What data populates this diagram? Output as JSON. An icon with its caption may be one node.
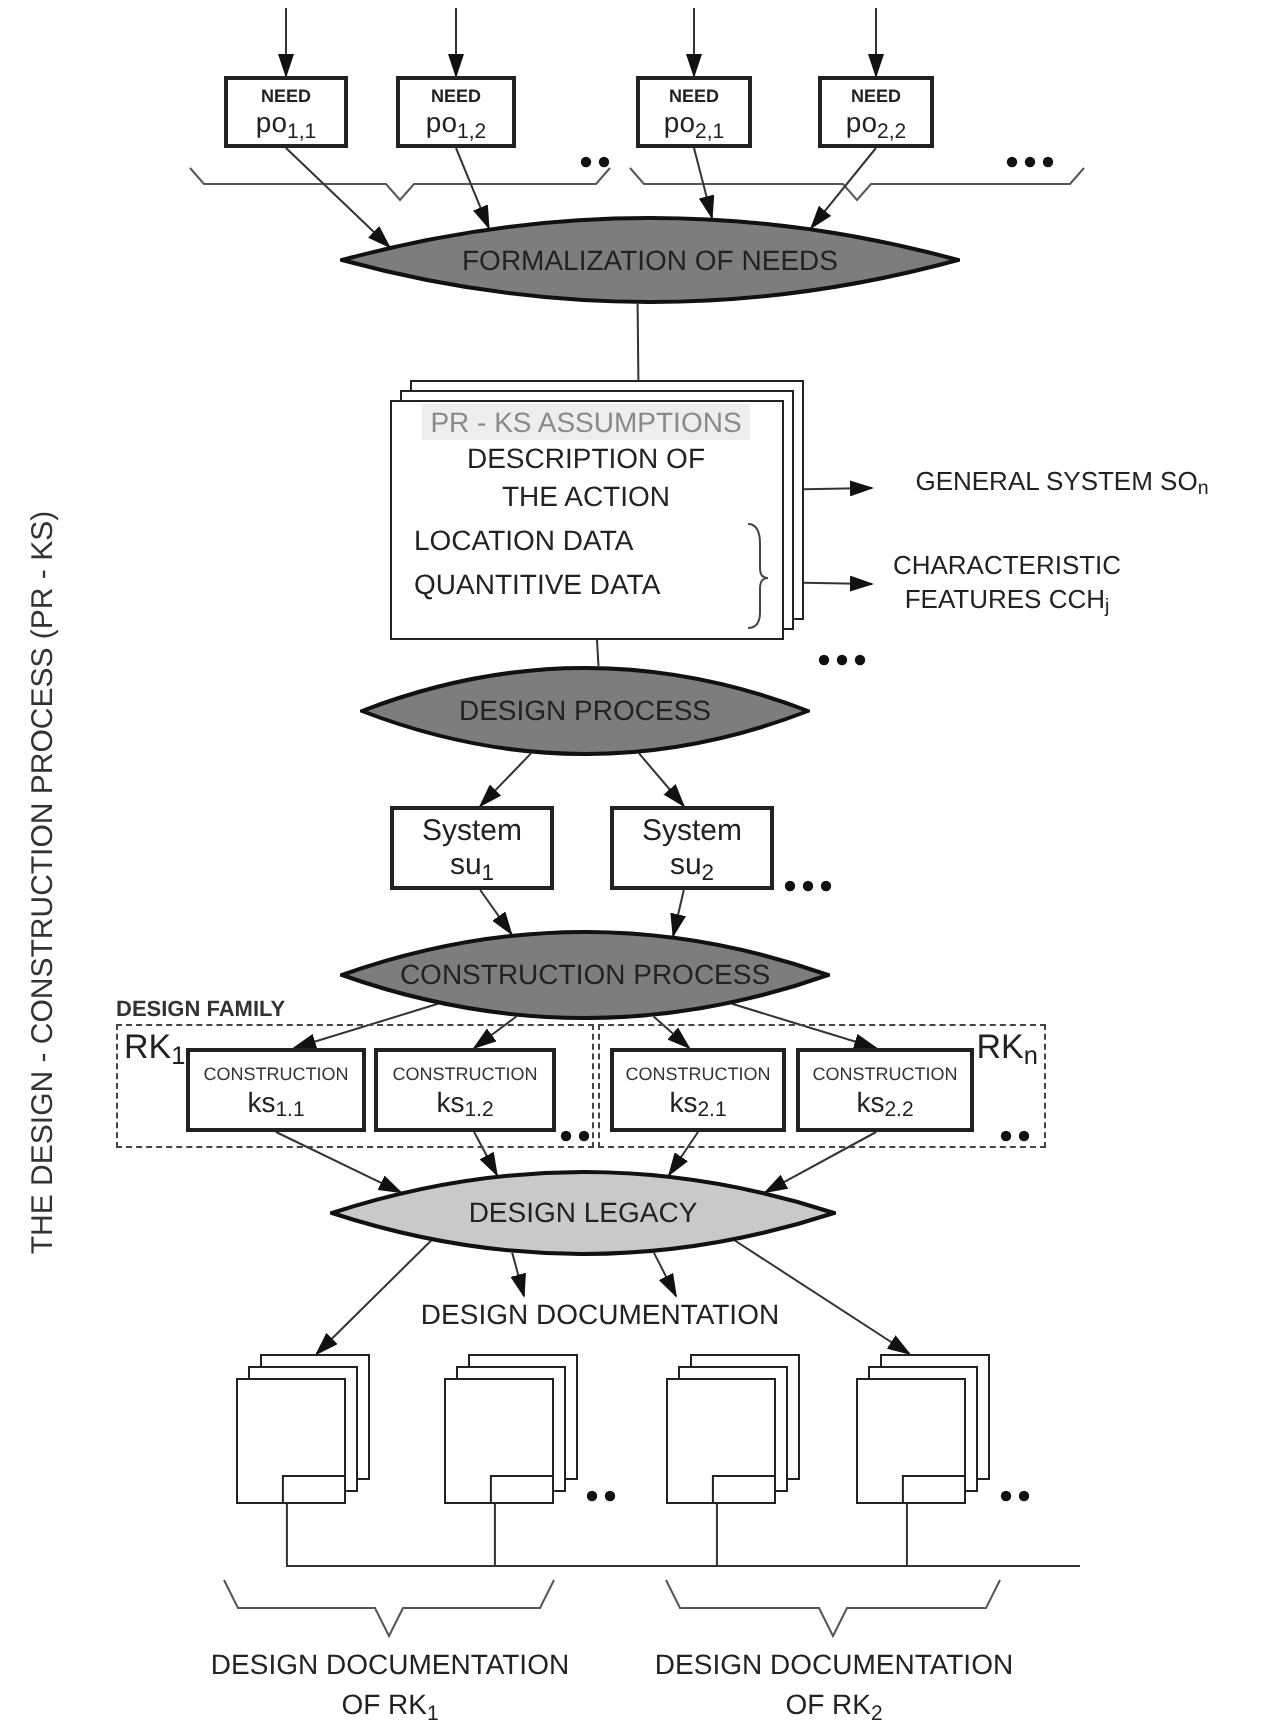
{
  "diagram": {
    "nodes": [
      {
        "text": [
          "NEED",
          "po$_{1,1}$"
        ]
      },
      {
        "text": [
          "NEED",
          "po$_{1,2}$"
        ]
      },
      {
        "text": [
          "NEED",
          "po$_{2,1}$"
        ]
      },
      {
        "text": [
          "NEED",
          "po$_{2,2}$"
        ]
      },
      {
        "text": [
          "FORMALIZATION OF NEEDS"
        ]
      },
      {
        "text": [
          "PR - KS ASSUMPTIONS",
          "DESCRIPTION OF THE ACTION",
          "LOCATION DATA",
          "QUANTITIVE DATA"
        ]
      },
      {
        "text": [
          "GENERAL SYSTEM SO$_{n}$"
        ]
      },
      {
        "text": [
          "CHARACTERISTIC FEATURES CCH$_{j}$"
        ]
      },
      {
        "text": [
          "DESIGN PROCESS"
        ]
      },
      {
        "text": [
          "System",
          "su$_{1}$"
        ]
      },
      {
        "text": [
          "System",
          "su$_{2}$"
        ]
      },
      {
        "text": [
          "CONSTRUCTION PROCESS"
        ]
      },
      {
        "text": [
          "RK$_{1}$"
        ]
      },
      {
        "text": [
          "CONSTRUCTION",
          "ks$_{1.1}$"
        ],
        "in": 12
      },
      {
        "text": [
          "CONSTRUCTION",
          "ks$_{1.2}$"
        ],
        "in": 12
      },
      {
        "text": [
          "RK$_{n}$"
        ]
      },
      {
        "text": [
          "CONSTRUCTION",
          "ks$_{2.1}$"
        ],
        "in": 15
      },
      {
        "text": [
          "CONSTRUCTION",
          "ks$_{2.2}$"
        ],
        "in": 15
      },
      {
        "text": [
          "DESIGN LEGACY"
        ]
      },
      {
        "text": [
          "DESIGN DOCUMENTATION"
        ]
      },
      {
        "text": [],
        "shape": "document"
      },
      {
        "text": [],
        "shape": "document"
      },
      {
        "text": [],
        "shape": "document"
      },
      {
        "text": [],
        "shape": "document"
      }
    ],
    "edges": [
      {
        "from": null,
        "to": 0,
        "arrow": "to"
      },
      {
        "from": null,
        "to": 1,
        "arrow": "to"
      },
      {
        "from": null,
        "to": 2,
        "arrow": "to"
      },
      {
        "from": null,
        "to": 3,
        "arrow": "to"
      },
      {
        "from": 0,
        "to": 4,
        "arrow": "to"
      },
      {
        "from": 1,
        "to": 4,
        "arrow": "to"
      },
      {
        "from": 2,
        "to": 4,
        "arrow": "to"
      },
      {
        "from": 3,
        "to": 4,
        "arrow": "to"
      },
      {
        "from": 4,
        "to": 5,
        "arrow": "none"
      },
      {
        "from": 5,
        "to": 6,
        "arrow": "to"
      },
      {
        "from": 5,
        "to": 7,
        "arrow": "to"
      },
      {
        "from": 5,
        "to": 8,
        "arrow": "none"
      },
      {
        "from": 8,
        "to": 9,
        "arrow": "to"
      },
      {
        "from": 8,
        "to": 10,
        "arrow": "to"
      },
      {
        "from": 9,
        "to": 11,
        "arrow": "to"
      },
      {
        "from": 10,
        "to": 11,
        "arrow": "to"
      },
      {
        "from": 11,
        "to": 13,
        "arrow": "to"
      },
      {
        "from": 11,
        "to": 14,
        "arrow": "to"
      },
      {
        "from": 11,
        "to": 16,
        "arrow": "to"
      },
      {
        "from": 11,
        "to": 17,
        "arrow": "to"
      },
      {
        "from": 13,
        "to": 18,
        "arrow": "to"
      },
      {
        "from": 14,
        "to": 18,
        "arrow": "to"
      },
      {
        "from": 16,
        "to": 18,
        "arrow": "to"
      },
      {
        "from": 17,
        "to": 18,
        "arrow": "to"
      },
      {
        "from": 18,
        "to": 20,
        "arrow": "to"
      },
      {
        "from": 18,
        "to": 19,
        "arrow": "to"
      },
      {
        "from": 18,
        "to": 19,
        "arrow": "to"
      },
      {
        "from": 18,
        "to": 23,
        "arrow": "to"
      },
      {
        "from": 20,
        "to": null,
        "arrow": "none"
      },
      {
        "from": 21,
        "to": null,
        "arrow": "none"
      },
      {
        "from": 22,
        "to": null,
        "arrow": "none"
      },
      {
        "from": 23,
        "to": null,
        "arrow": "none"
      }
    ],
    "labels": [
      "THE DESIGN - CONSTRUCTION PROCESS (PR - KS)",
      "DESIGN FAMILY",
      "DESIGN DOCUMENTATION OF RK$_{1}$",
      "DESIGN DOCUMENTATION OF RK$_{2}$"
    ]
  }
}
